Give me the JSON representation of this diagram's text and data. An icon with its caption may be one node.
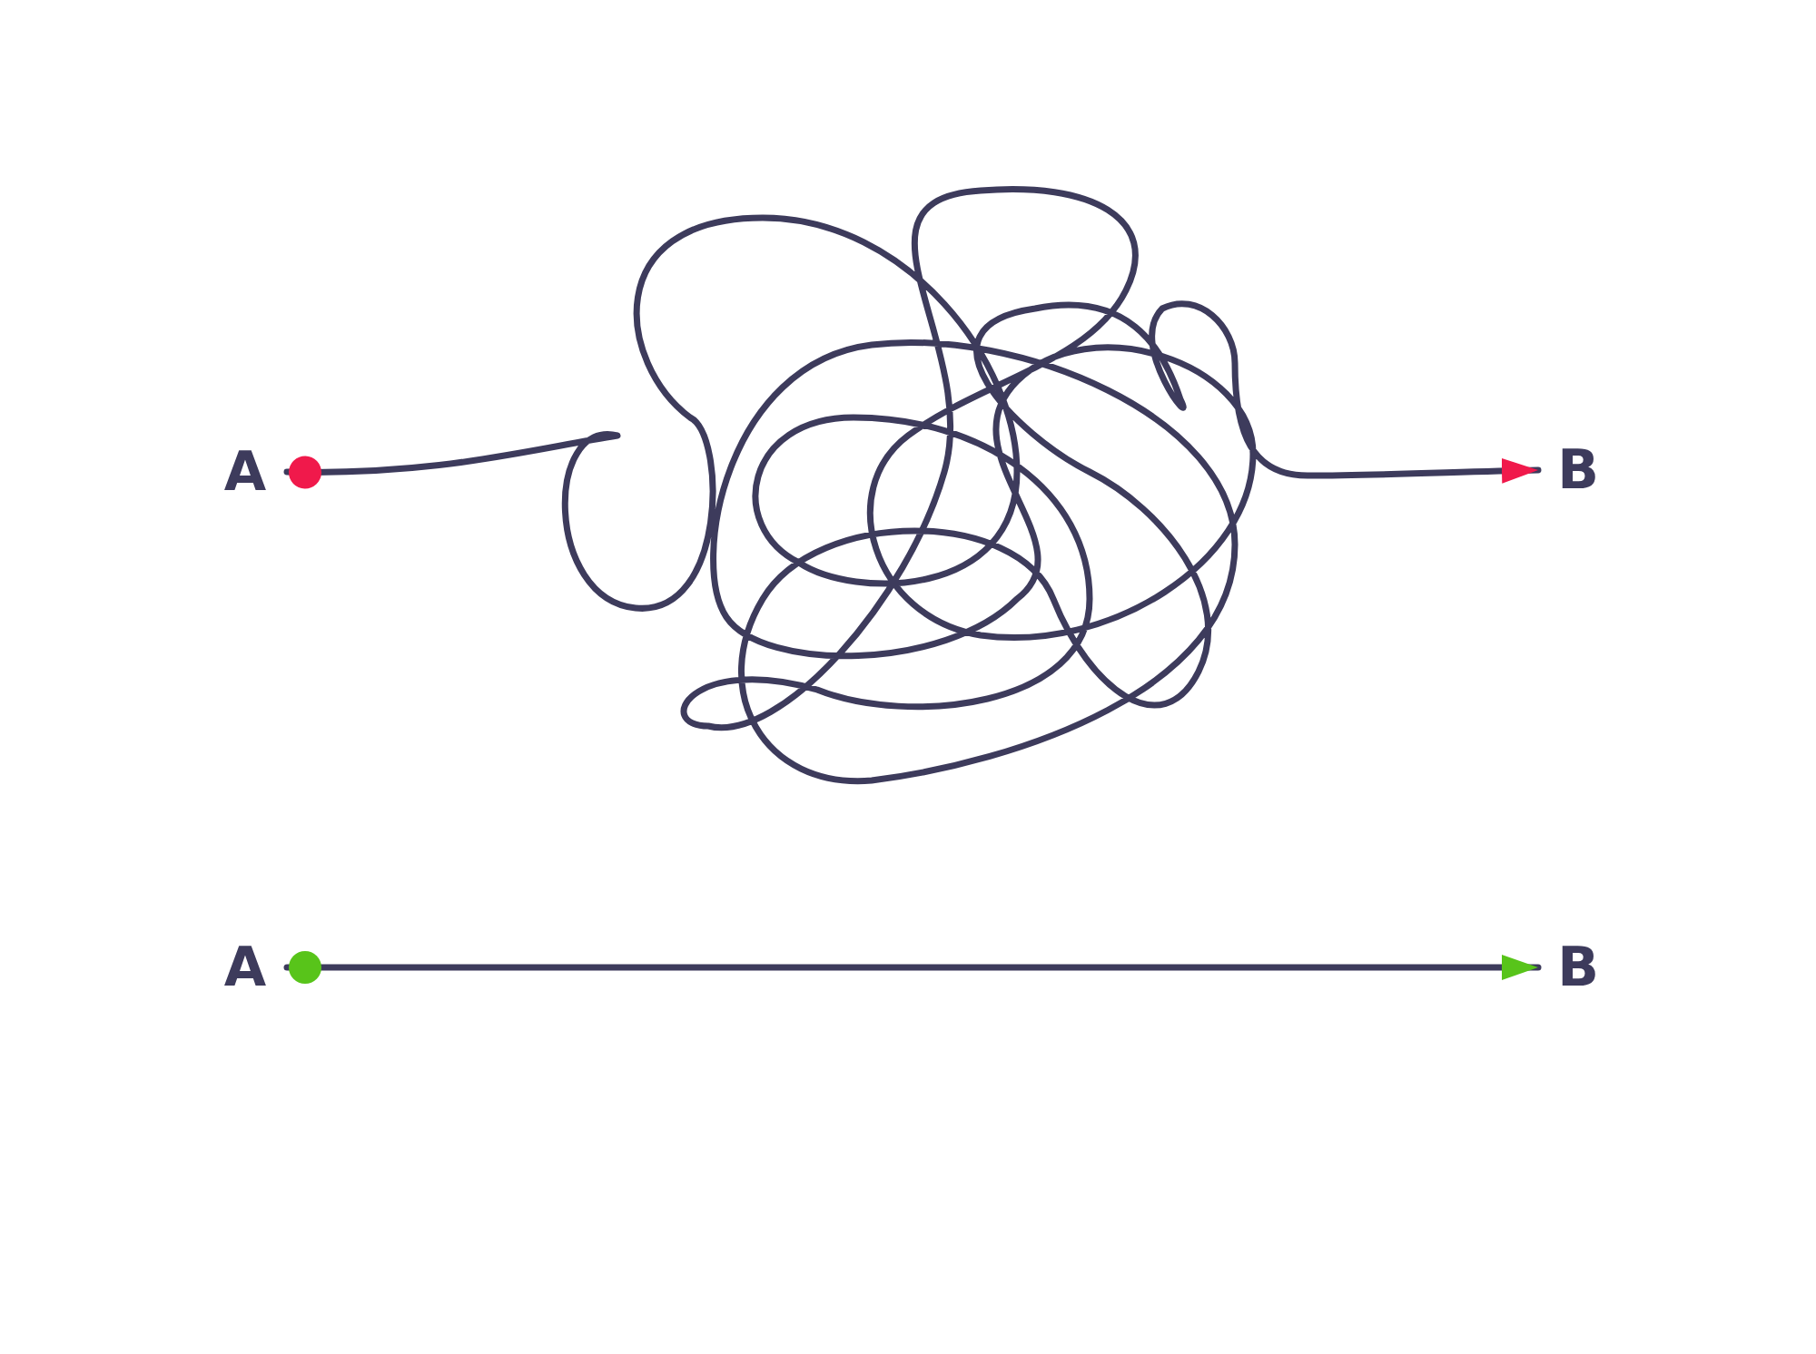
{
  "diagram": {
    "nodes": [
      {
        "text": [
          "A"
        ]
      },
      {
        "text": [
          "B"
        ]
      },
      {
        "text": [
          "A"
        ]
      },
      {
        "text": [
          "B"
        ]
      }
    ],
    "edges": [
      {
        "from": 0,
        "to": 1,
        "arrow": "to"
      },
      {
        "from": 2,
        "to": 3,
        "arrow": "to"
      }
    ]
  }
}
